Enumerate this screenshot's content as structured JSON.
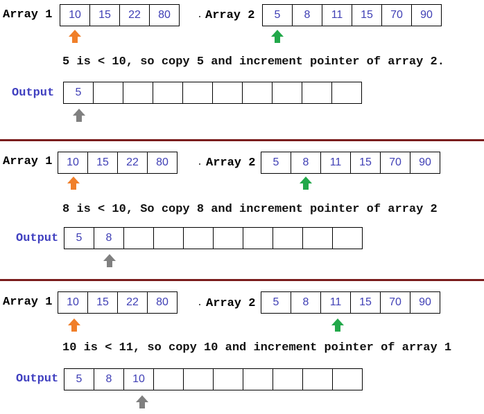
{
  "colors": {
    "array1_pointer": "#f07f2a",
    "array2_pointer": "#22a84a",
    "output_pointer": "#808080",
    "cell_text": "#3f3fb5",
    "separator": "#7a1c1c"
  },
  "panels": [
    {
      "array1_label": "Array 1",
      "array1": [
        "10",
        "15",
        "22",
        "80"
      ],
      "array2_label": "Array 2",
      "array2": [
        "5",
        "8",
        "11",
        "15",
        "70",
        "90"
      ],
      "message": "5 is < 10, so copy 5 and increment pointer of array 2.",
      "output_label": "Output",
      "output": [
        "5",
        "",
        "",
        "",
        "",
        "",
        "",
        "",
        "",
        ""
      ]
    },
    {
      "array1_label": "Array 1",
      "array1": [
        "10",
        "15",
        "22",
        "80"
      ],
      "array2_label": "Array 2",
      "array2": [
        "5",
        "8",
        "11",
        "15",
        "70",
        "90"
      ],
      "message": "8 is < 10, So copy 8 and increment pointer of array 2",
      "output_label": "Output",
      "output": [
        "5",
        "8",
        "",
        "",
        "",
        "",
        "",
        "",
        "",
        ""
      ]
    },
    {
      "array1_label": "Array 1",
      "array1": [
        "10",
        "15",
        "22",
        "80"
      ],
      "array2_label": "Array 2",
      "array2": [
        "5",
        "8",
        "11",
        "15",
        "70",
        "90"
      ],
      "message": "10 is < 11, so copy 10 and increment pointer of array 1",
      "output_label": "Output",
      "output": [
        "5",
        "8",
        "10",
        "",
        "",
        "",
        "",
        "",
        "",
        ""
      ]
    }
  ]
}
